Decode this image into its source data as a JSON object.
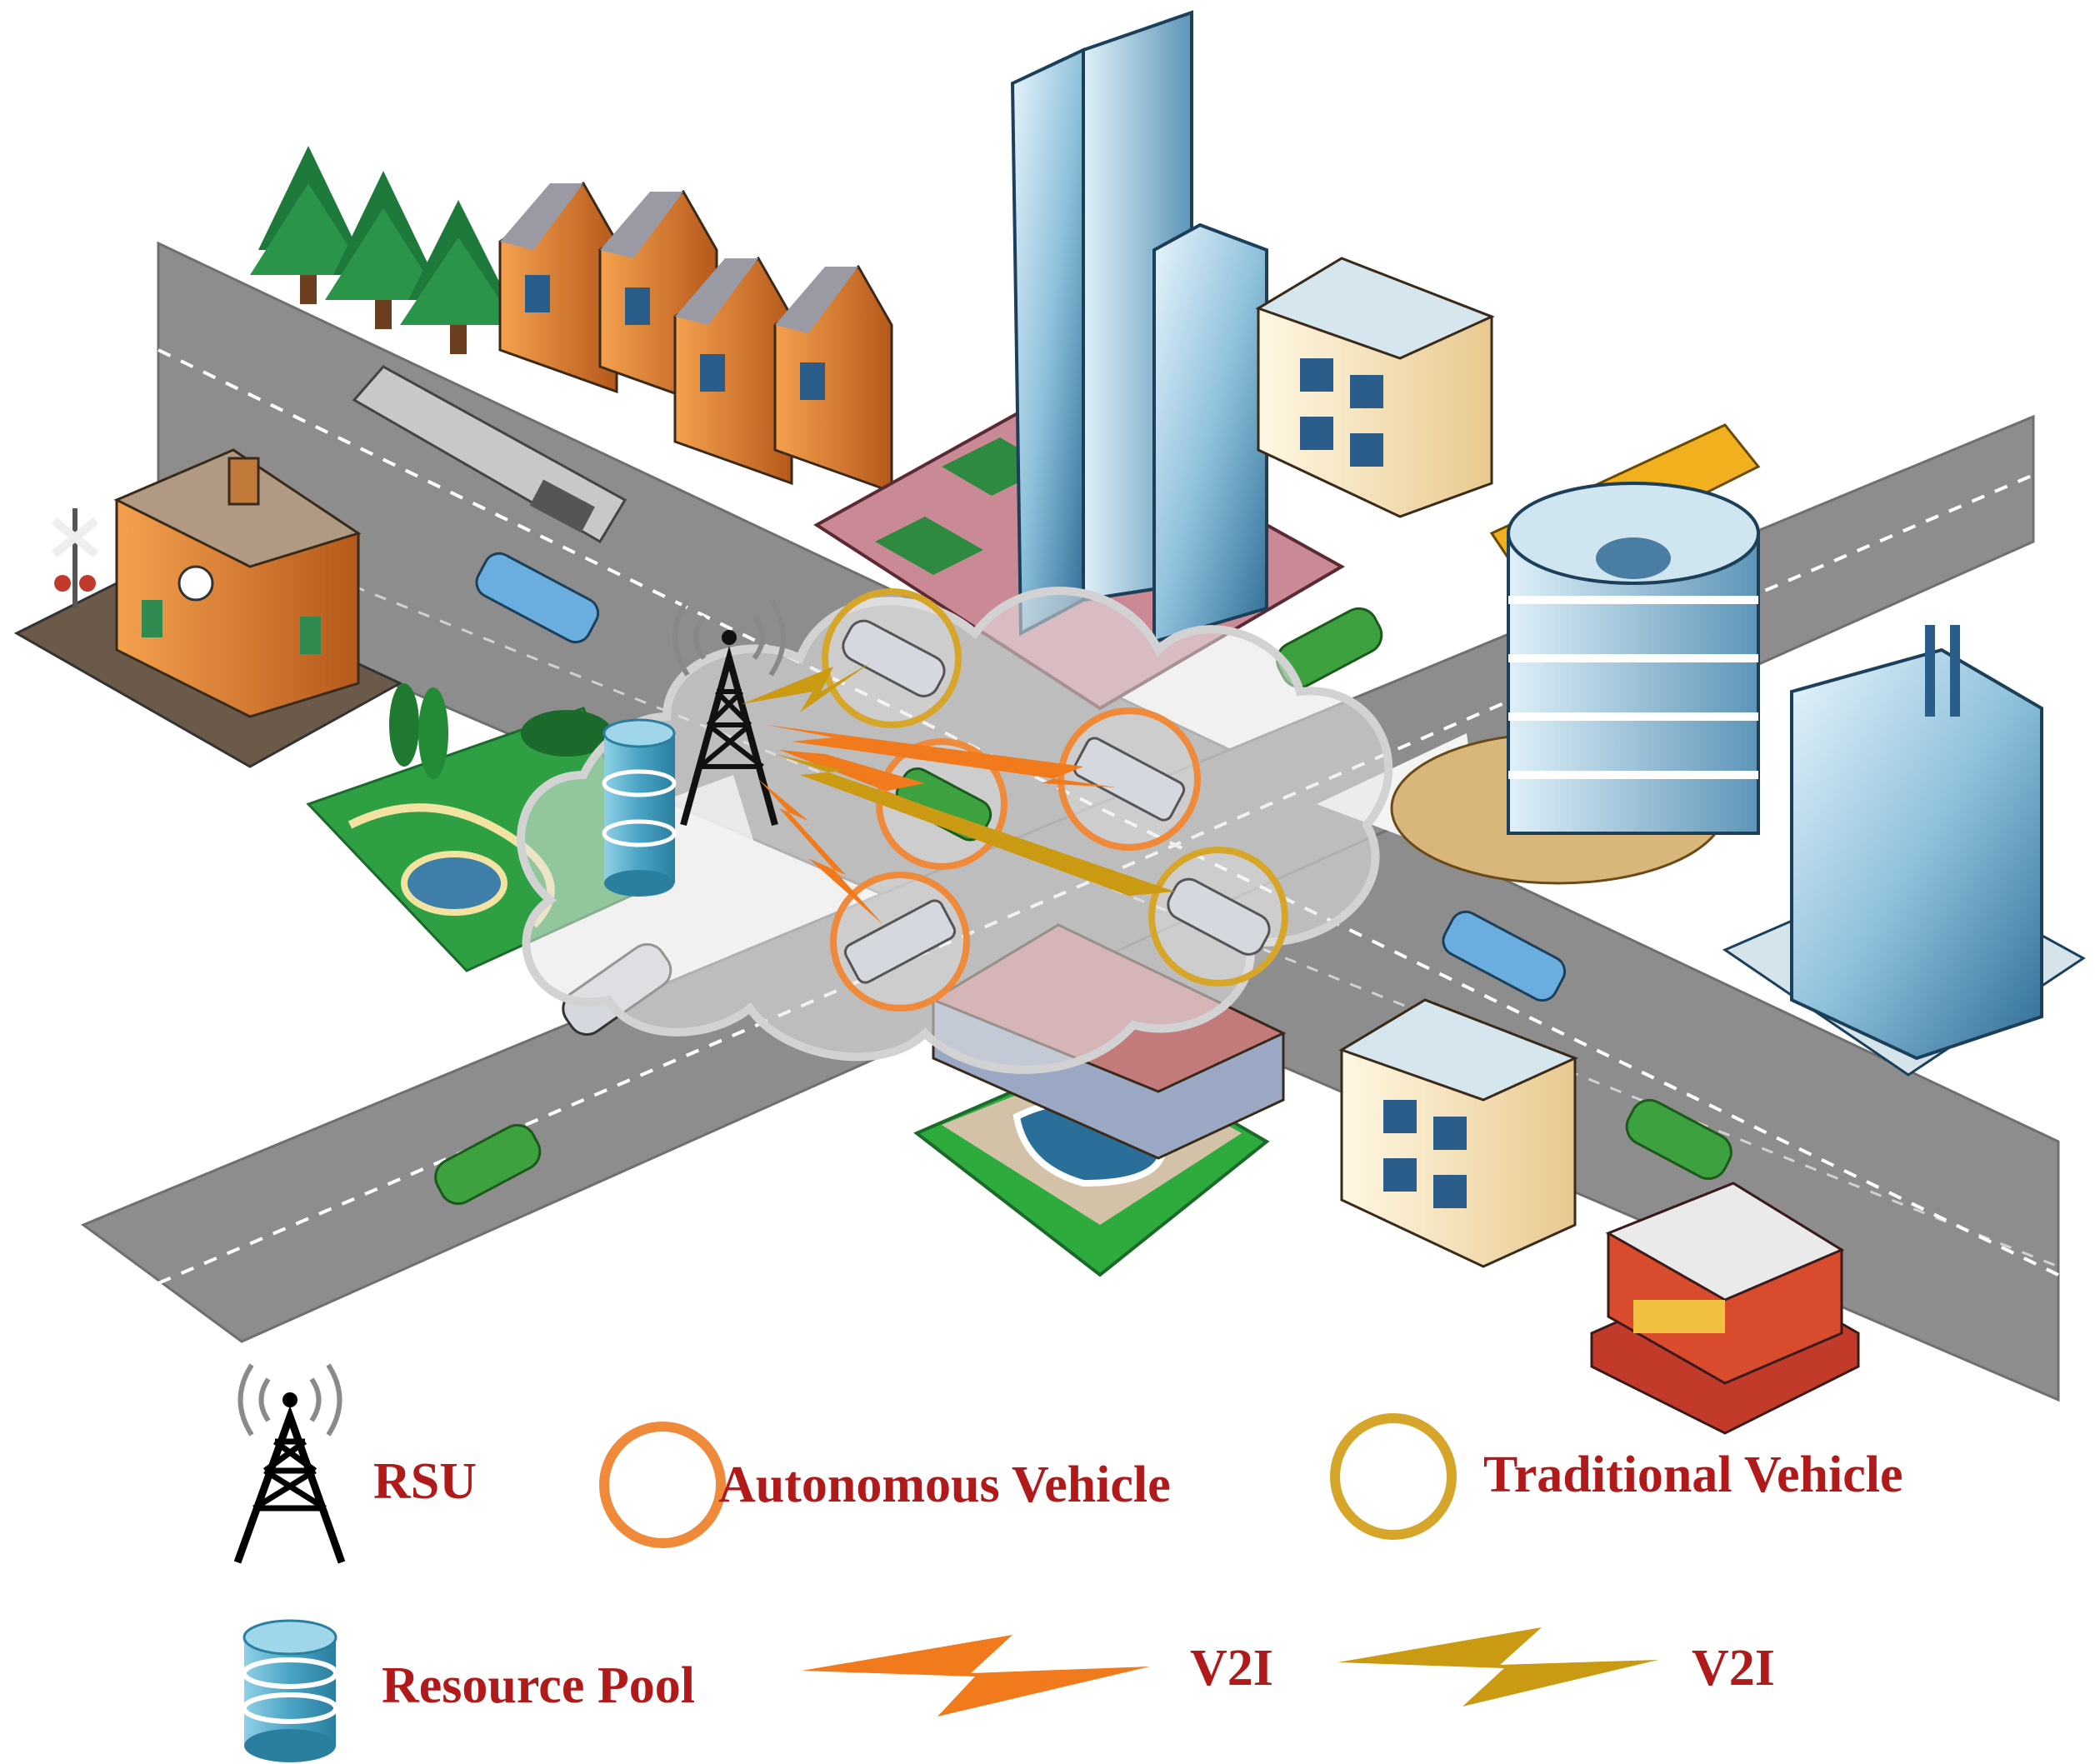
{
  "legend": {
    "rsu_label": "RSU",
    "autonomous_label": "Autonomous Vehicle",
    "traditional_label": "Traditional Vehicle",
    "resource_pool_label": "Resource Pool",
    "v2i_autonomous_label": "V2I",
    "v2i_traditional_label": "V2I"
  },
  "colors": {
    "autonomous": "#ee8a3a",
    "traditional": "#d6a62b",
    "v2i_autonomous": "#f07a1c",
    "v2i_traditional": "#c99a12",
    "resource_pool": "#4aa3c4",
    "road": "#8d8d8d",
    "label_text": "#b01a1a"
  },
  "icons": {
    "rsu": "radio-tower-icon",
    "resource_pool": "database-icon",
    "cloud": "cloud-icon"
  }
}
